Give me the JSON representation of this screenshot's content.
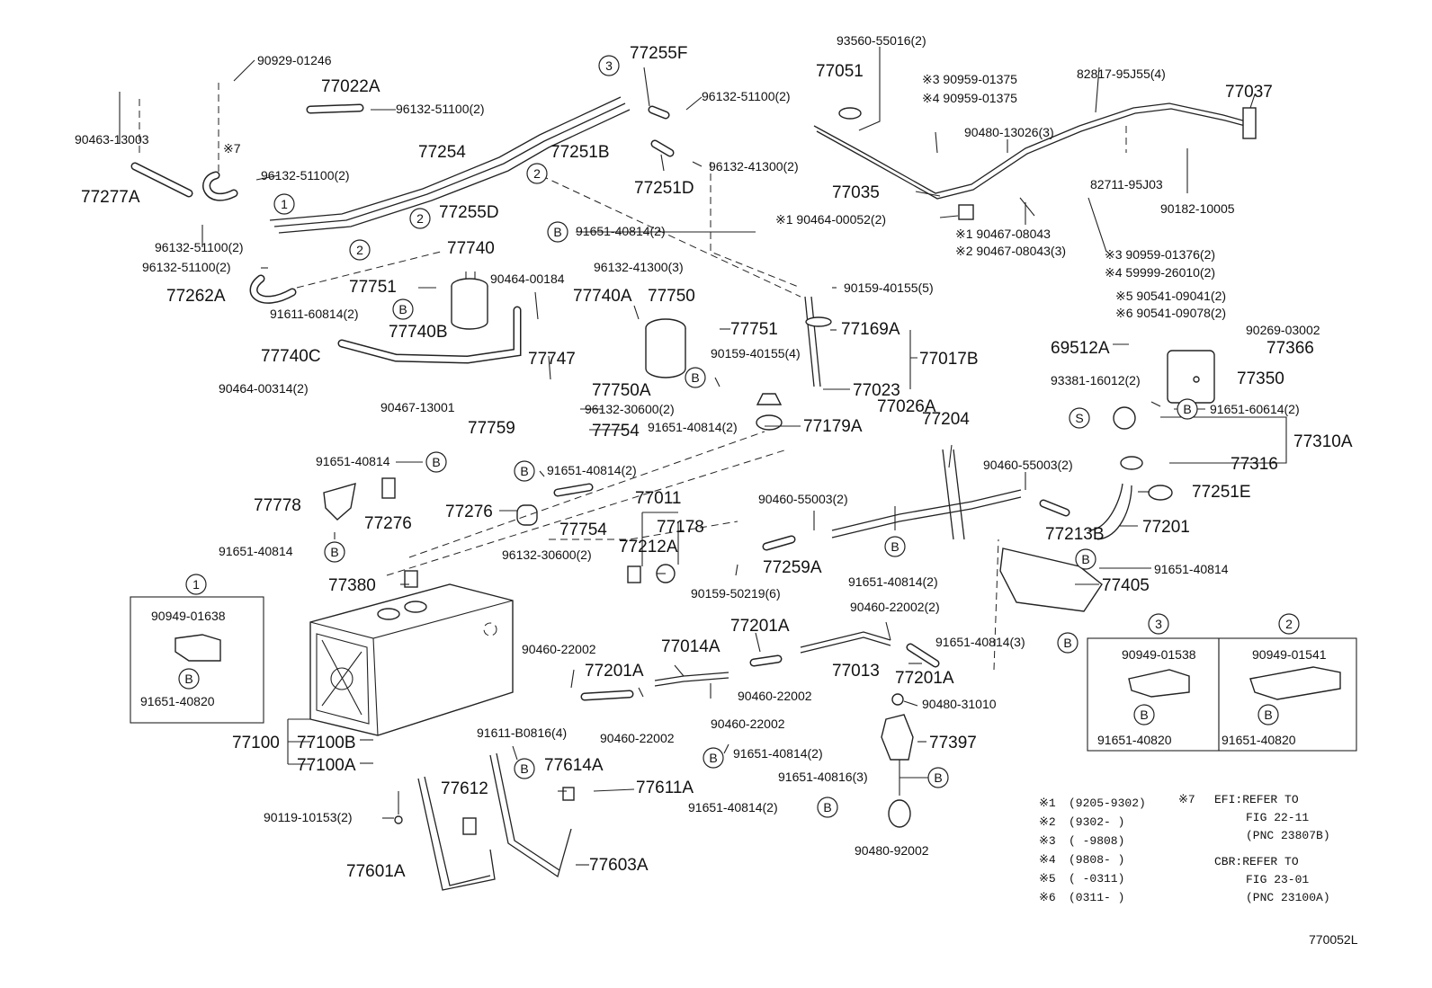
{
  "diagram_code": "770052L",
  "labels": [
    {
      "id": "l1",
      "text": "90929-01246"
    },
    {
      "id": "l2",
      "text": "90463-13003"
    },
    {
      "id": "l3",
      "text": "77022A"
    },
    {
      "id": "l4",
      "text": "96132-51100(2)"
    },
    {
      "id": "l5",
      "text": "77254"
    },
    {
      "id": "l6",
      "text": "77255F"
    },
    {
      "id": "l7",
      "text": "96132-51100(2)"
    },
    {
      "id": "l8",
      "text": "77251B"
    },
    {
      "id": "l9",
      "text": "96132-41300(2)"
    },
    {
      "id": "l10",
      "text": "77251D"
    },
    {
      "id": "l11",
      "text": "77255D"
    },
    {
      "id": "l12",
      "text": "96132-51100(2)"
    },
    {
      "id": "l13",
      "text": "77277A"
    },
    {
      "id": "l14",
      "text": "96132-51100(2)"
    },
    {
      "id": "l15",
      "text": "96132-51100(2)"
    },
    {
      "id": "l16",
      "text": "77262A"
    },
    {
      "id": "l17",
      "text": "77740"
    },
    {
      "id": "l18",
      "text": "77751"
    },
    {
      "id": "l19",
      "text": "91611-60814(2)"
    },
    {
      "id": "l20",
      "text": "77740B"
    },
    {
      "id": "l21",
      "text": "77740C"
    },
    {
      "id": "l22",
      "text": "90464-00314(2)"
    },
    {
      "id": "l23",
      "text": "91651-40814(2)"
    },
    {
      "id": "l24",
      "text": "90464-00184"
    },
    {
      "id": "l25",
      "text": "96132-41300(3)"
    },
    {
      "id": "l26",
      "text": "77740A"
    },
    {
      "id": "l27",
      "text": "77750"
    },
    {
      "id": "l28",
      "text": "77747"
    },
    {
      "id": "l29",
      "text": "77750A"
    },
    {
      "id": "l30",
      "text": "90467-13001"
    },
    {
      "id": "l31",
      "text": "77759"
    },
    {
      "id": "l32",
      "text": "96132-30600(2)"
    },
    {
      "id": "l33",
      "text": "77754"
    },
    {
      "id": "l34",
      "text": "77751"
    },
    {
      "id": "l35",
      "text": "90159-40155(4)"
    },
    {
      "id": "l36",
      "text": "91651-40814(2)"
    },
    {
      "id": "l37",
      "text": "77179A"
    },
    {
      "id": "l38",
      "text": "90159-40155(5)"
    },
    {
      "id": "l39",
      "text": "77169A"
    },
    {
      "id": "l40",
      "text": "77017B"
    },
    {
      "id": "l41",
      "text": "77023"
    },
    {
      "id": "l42",
      "text": "77026A"
    },
    {
      "id": "l43",
      "text": "93560-55016(2)"
    },
    {
      "id": "l44",
      "text": "77051"
    },
    {
      "id": "l45",
      "text": "※3 90959-01375"
    },
    {
      "id": "l46",
      "text": "※4 90959-01375"
    },
    {
      "id": "l47",
      "text": "82817-95J55(4)"
    },
    {
      "id": "l48",
      "text": "77037"
    },
    {
      "id": "l49",
      "text": "90480-13026(3)"
    },
    {
      "id": "l50",
      "text": "77035"
    },
    {
      "id": "l51",
      "text": "82711-95J03"
    },
    {
      "id": "l52",
      "text": "90182-10005"
    },
    {
      "id": "l53",
      "text": "※1 90464-00052(2)"
    },
    {
      "id": "l54",
      "text": "※1 90467-08043"
    },
    {
      "id": "l55",
      "text": "※2 90467-08043(3)"
    },
    {
      "id": "l56",
      "text": "※3 90959-01376(2)"
    },
    {
      "id": "l57",
      "text": "※4 59999-26010(2)"
    },
    {
      "id": "l58",
      "text": "※5 90541-09041(2)"
    },
    {
      "id": "l59",
      "text": "※6 90541-09078(2)"
    },
    {
      "id": "l60",
      "text": "90269-03002"
    },
    {
      "id": "l61",
      "text": "69512A"
    },
    {
      "id": "l62",
      "text": "77366"
    },
    {
      "id": "l63",
      "text": "77350"
    },
    {
      "id": "l64",
      "text": "93381-16012(2)"
    },
    {
      "id": "l65",
      "text": "91651-60614(2)"
    },
    {
      "id": "l66",
      "text": "77310A"
    },
    {
      "id": "l67",
      "text": "77316"
    },
    {
      "id": "l68",
      "text": "77251E"
    },
    {
      "id": "l69",
      "text": "77204"
    },
    {
      "id": "l70",
      "text": "90460-55003(2)"
    },
    {
      "id": "l71",
      "text": "90460-55003(2)"
    },
    {
      "id": "l72",
      "text": "77213B"
    },
    {
      "id": "l73",
      "text": "77201"
    },
    {
      "id": "l74",
      "text": "91651-40814"
    },
    {
      "id": "l75",
      "text": "77405"
    },
    {
      "id": "l76",
      "text": "91651-40814"
    },
    {
      "id": "l77",
      "text": "91651-40814(2)"
    },
    {
      "id": "l78",
      "text": "77778"
    },
    {
      "id": "l79",
      "text": "77276"
    },
    {
      "id": "l80",
      "text": "91651-40814"
    },
    {
      "id": "l81",
      "text": "77276"
    },
    {
      "id": "l82",
      "text": "77754"
    },
    {
      "id": "l83",
      "text": "77011"
    },
    {
      "id": "l84",
      "text": "77178"
    },
    {
      "id": "l85",
      "text": "96132-30600(2)"
    },
    {
      "id": "l86",
      "text": "77212A"
    },
    {
      "id": "l87",
      "text": "77259A"
    },
    {
      "id": "l88",
      "text": "90159-50219(6)"
    },
    {
      "id": "l89",
      "text": "91651-40814(2)"
    },
    {
      "id": "l90",
      "text": "90460-22002(2)"
    },
    {
      "id": "l91",
      "text": "77380"
    },
    {
      "id": "l92",
      "text": "77201A"
    },
    {
      "id": "l93",
      "text": "90460-22002"
    },
    {
      "id": "l94",
      "text": "77014A"
    },
    {
      "id": "l95",
      "text": "77201A"
    },
    {
      "id": "l96",
      "text": "77013"
    },
    {
      "id": "l97",
      "text": "91651-40814(3)"
    },
    {
      "id": "l98",
      "text": "77201A"
    },
    {
      "id": "l99",
      "text": "90460-22002"
    },
    {
      "id": "l100",
      "text": "90460-22002"
    },
    {
      "id": "l101",
      "text": "90480-31010"
    },
    {
      "id": "l102",
      "text": "90460-22002"
    },
    {
      "id": "l103",
      "text": "77397"
    },
    {
      "id": "l104",
      "text": "91651-40814(2)"
    },
    {
      "id": "l105",
      "text": "91651-40816(3)"
    },
    {
      "id": "l106",
      "text": "91651-40814(2)"
    },
    {
      "id": "l107",
      "text": "90480-92002"
    },
    {
      "id": "l108",
      "text": "77100"
    },
    {
      "id": "l109",
      "text": "77100B"
    },
    {
      "id": "l110",
      "text": "77100A"
    },
    {
      "id": "l111",
      "text": "91611-B0816(4)"
    },
    {
      "id": "l112",
      "text": "77614A"
    },
    {
      "id": "l113",
      "text": "77611A"
    },
    {
      "id": "l114",
      "text": "77612"
    },
    {
      "id": "l115",
      "text": "90119-10153(2)"
    },
    {
      "id": "l116",
      "text": "77601A"
    },
    {
      "id": "l117",
      "text": "77603A"
    }
  ],
  "insets": {
    "one": {
      "key": "1",
      "part": "90949-01638",
      "bolt": "91651-40820"
    },
    "three": {
      "key": "3",
      "part": "90949-01538",
      "bolt": "91651-40820"
    },
    "two": {
      "key": "2",
      "part": "90949-01541",
      "bolt": "91651-40820"
    }
  },
  "callout_letters": {
    "b": "B",
    "s": "S",
    "c1": "1",
    "c2": "2",
    "c3": "3"
  },
  "footnotes": [
    {
      "mark": "※1",
      "range": "(9205-9302)"
    },
    {
      "mark": "※2",
      "range": "(9302-     )"
    },
    {
      "mark": "※3",
      "range": "(     -9808)"
    },
    {
      "mark": "※4",
      "range": "(9808-     )"
    },
    {
      "mark": "※5",
      "range": "(     -0311)"
    },
    {
      "mark": "※6",
      "range": "(0311-     )"
    }
  ],
  "note7": {
    "mark": "※7",
    "efi": "EFI:REFER TO",
    "efi_fig": "FIG  22-11",
    "efi_pnc": "(PNC 23807B)",
    "cbr": "CBR:REFER TO",
    "cbr_fig": "FIG  23-01",
    "cbr_pnc": "(PNC 23100A)"
  },
  "marker_x7": "※7"
}
